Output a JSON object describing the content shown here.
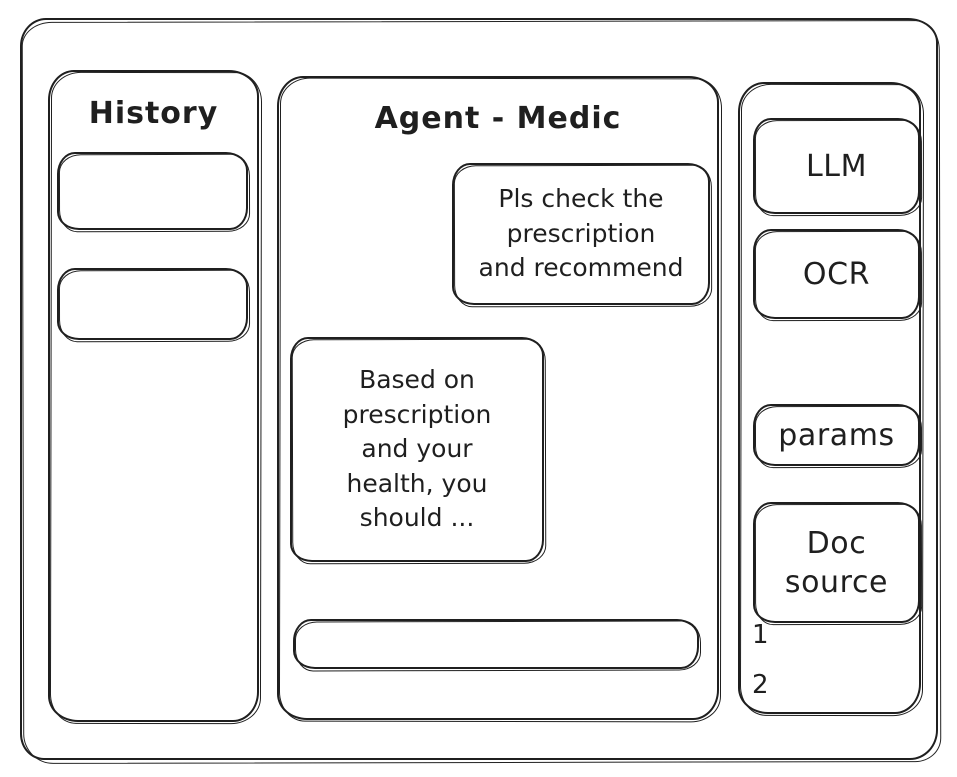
{
  "window": {
    "name": "sketch-wireframe-window"
  },
  "history_panel": {
    "title": "History",
    "items": [
      {
        "label": ""
      },
      {
        "label": ""
      }
    ]
  },
  "main_panel": {
    "title": "Agent - Medic",
    "messages": [
      {
        "role": "user",
        "text": "Pls check the\nprescription\nand recommend"
      },
      {
        "role": "agent",
        "text": "Based on\nprescription\nand your\nhealth, you\nshould ..."
      }
    ],
    "composer": {
      "value": "",
      "placeholder": ""
    }
  },
  "tools_panel": {
    "buttons": [
      {
        "label": "LLM"
      },
      {
        "label": "OCR"
      },
      {
        "label": "params"
      },
      {
        "label": "Doc\nsource"
      }
    ],
    "source_list": [
      {
        "label": "1"
      },
      {
        "label": "2"
      }
    ]
  },
  "colors": {
    "ink": "#1f1f1f",
    "background": "#ffffff"
  }
}
